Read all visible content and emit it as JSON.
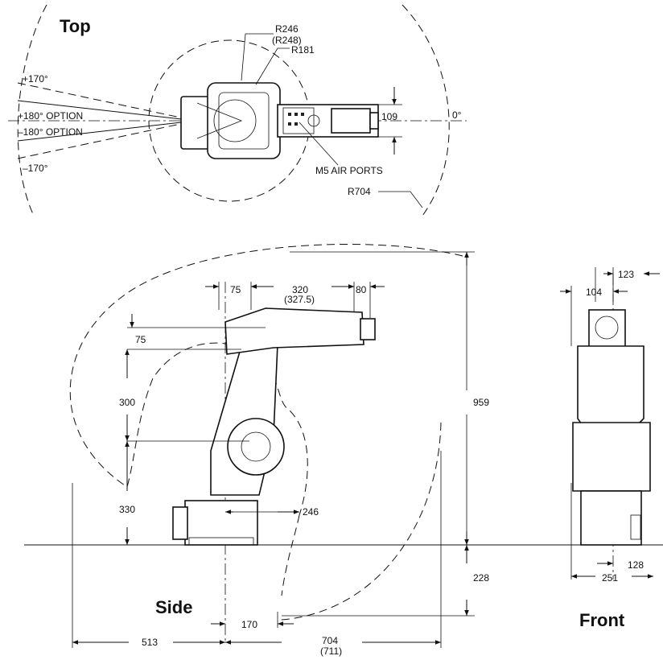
{
  "views": {
    "top_title": "Top",
    "side_title": "Side",
    "front_title": "Front"
  },
  "top": {
    "r246": "R246",
    "r248": "(R248)",
    "r181": "R181",
    "plus170": "+170°",
    "plus180": "+180° OPTION",
    "minus180": "–180° OPTION",
    "minus170": "–170°",
    "zero": "0°",
    "dim109": "109",
    "air_ports": "M5 AIR PORTS",
    "r704": "R704"
  },
  "side": {
    "d75a": "75",
    "d320": "320",
    "d327": "(327.5)",
    "d80": "80",
    "d75b": "75",
    "d300": "300",
    "d330": "330",
    "d959": "959",
    "d246": "246",
    "d228": "228",
    "d170": "170",
    "d513": "513",
    "d704": "704",
    "d711": "(711)"
  },
  "front": {
    "d123": "123",
    "d104": "104",
    "d128": "128",
    "d251": "251"
  }
}
